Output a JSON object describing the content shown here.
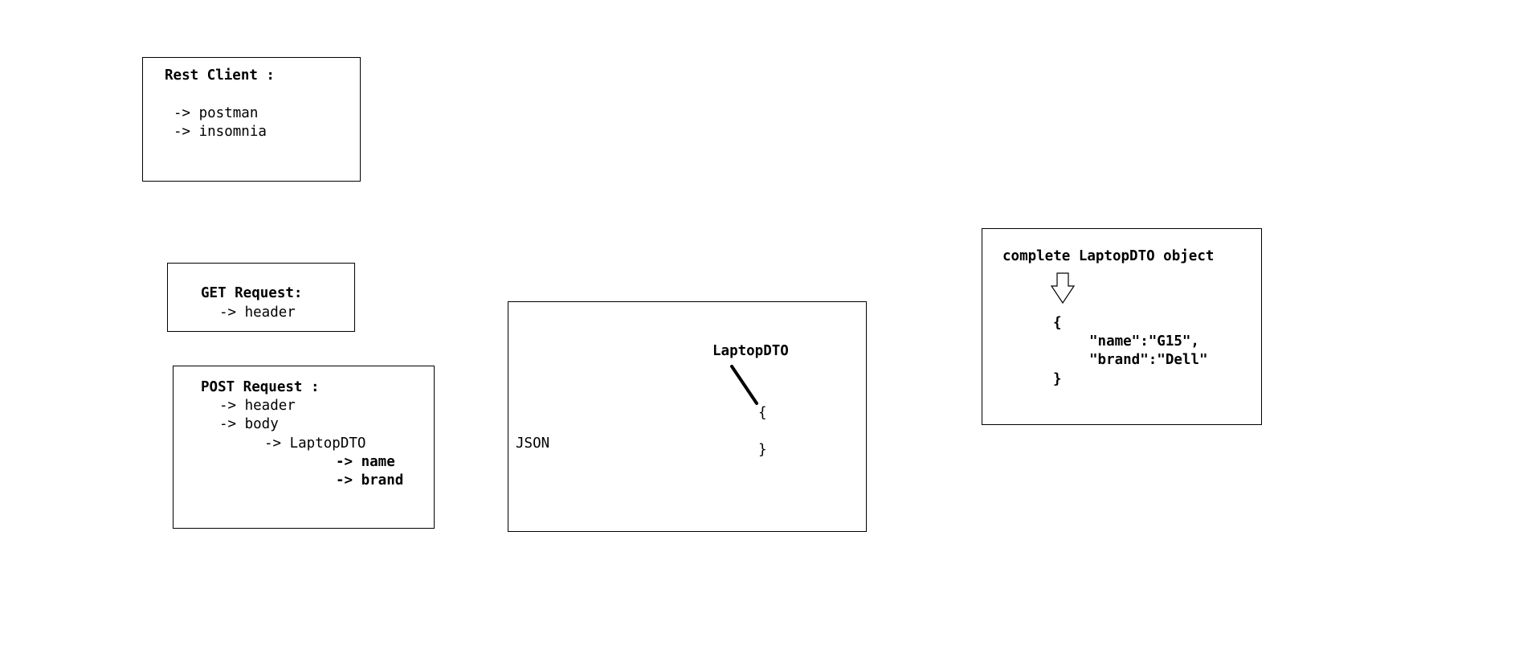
{
  "rest_client": {
    "title": "Rest Client :",
    "items": [
      "-> postman",
      "-> insomnia"
    ]
  },
  "get_request": {
    "title": "GET Request:",
    "items": [
      "-> header"
    ]
  },
  "post_request": {
    "title": "POST Request :",
    "header": "-> header",
    "body": "-> body",
    "dto": "-> LaptopDTO",
    "field_name": "-> name",
    "field_brand": "-> brand"
  },
  "json_panel": {
    "label": "JSON",
    "dto_label": "LaptopDTO",
    "open_brace": "{",
    "close_brace": "}"
  },
  "complete_object": {
    "title": "complete LaptopDTO object",
    "open_brace": "{",
    "line_name": "\"name\":\"G15\",",
    "line_brand": "\"brand\":\"Dell\"",
    "close_brace": "}"
  },
  "icons": {
    "arrow": "down-arrow-icon",
    "connector": "connector-line"
  },
  "colors": {
    "ink": "#000000",
    "background": "#ffffff"
  }
}
